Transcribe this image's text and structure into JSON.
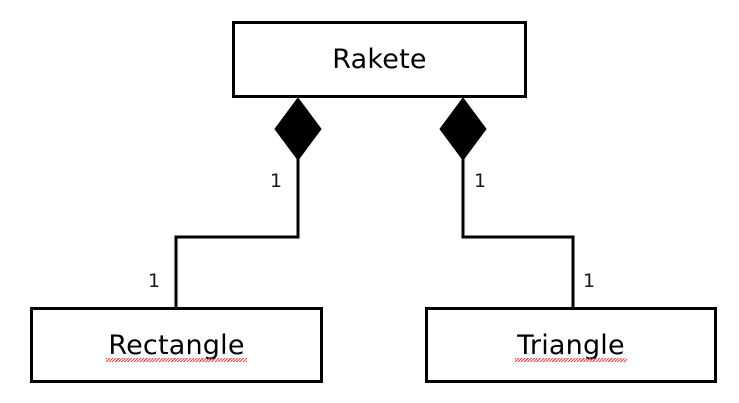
{
  "diagram": {
    "type": "uml-class-diagram",
    "relationship_kind": "composition",
    "background_color": "#ffffff",
    "line_color": "#000000",
    "spellcheck_underline_color": "#e8413c"
  },
  "classes": {
    "parent": {
      "name": "Rakete",
      "spellchecked": false
    },
    "children": [
      {
        "name": "Rectangle",
        "spellchecked": true
      },
      {
        "name": "Triangle",
        "spellchecked": true
      }
    ]
  },
  "associations": [
    {
      "from": "Rakete",
      "to": "Rectangle",
      "source_marker": "filled-diamond",
      "source_multiplicity": "1",
      "target_multiplicity": "1"
    },
    {
      "from": "Rakete",
      "to": "Triangle",
      "source_marker": "filled-diamond",
      "source_multiplicity": "1",
      "target_multiplicity": "1"
    }
  ],
  "multiplicities": {
    "rakete_to_rectangle": "1",
    "rakete_to_triangle": "1",
    "rectangle_end": "1",
    "triangle_end": "1"
  }
}
